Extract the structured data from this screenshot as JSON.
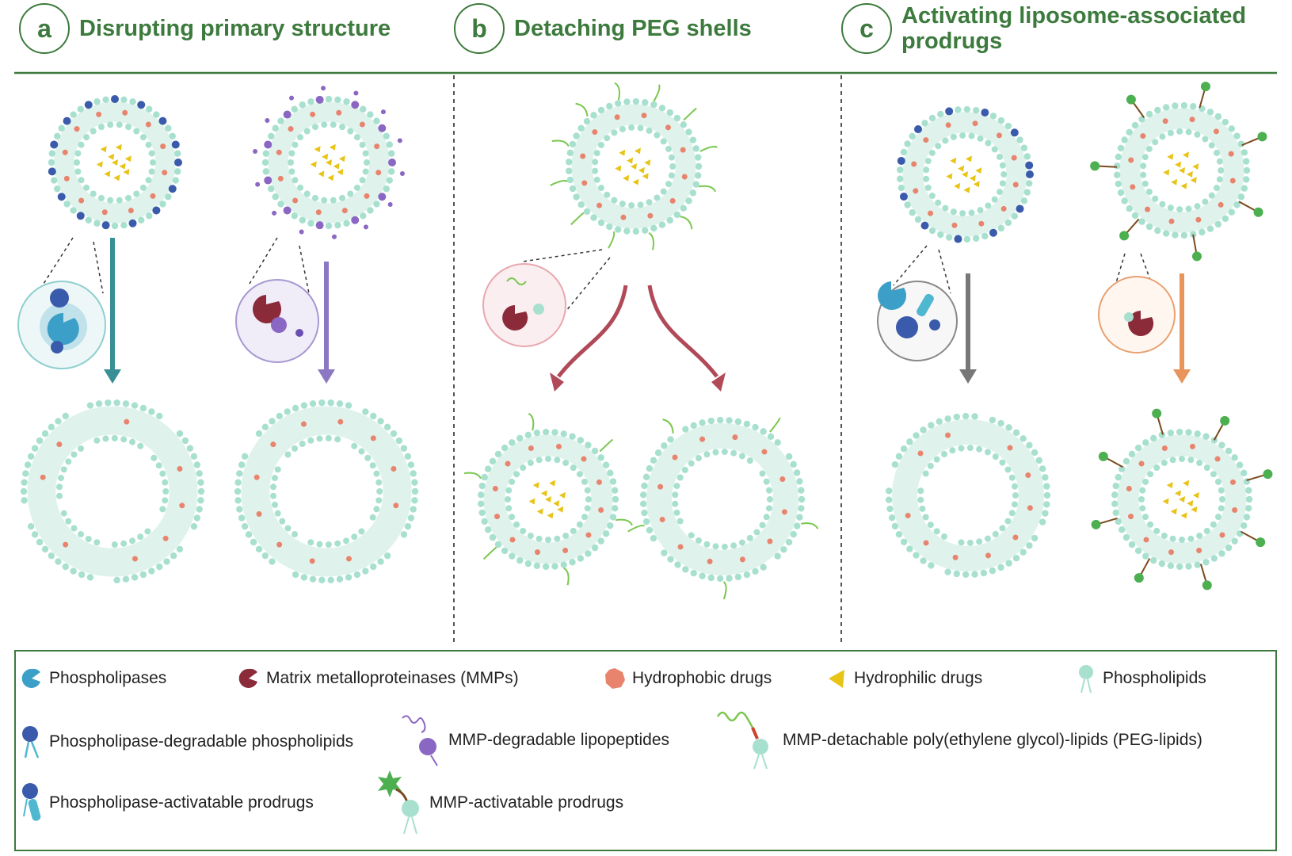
{
  "panels": [
    {
      "letter": "a",
      "title": "Disrupting primary structure"
    },
    {
      "letter": "b",
      "title": "Detaching PEG shells"
    },
    {
      "letter": "c",
      "title_line1": "Activating liposome-associated",
      "title_line2": "prodrugs"
    }
  ],
  "legend": {
    "phospholipases": "Phospholipases",
    "mmps": "Matrix metalloproteinases (MMPs)",
    "hydrophobic_drugs": "Hydrophobic drugs",
    "hydrophilic_drugs": "Hydrophilic drugs",
    "phospholipids": "Phospholipids",
    "pl_degradable": "Phospholipase-degradable phospholipids",
    "mmp_lipopeptides": "MMP-degradable lipopeptides",
    "peg_lipids": "MMP-detachable poly(ethylene glycol)-lipids (PEG-lipids)",
    "pl_prodrugs": "Phospholipase-activatable prodrugs",
    "mmp_prodrugs": "MMP-activatable prodrugs"
  },
  "colors": {
    "green": "#3d7a3d",
    "phospholipid": "#a8e0cf",
    "phospholipase": "#3b9fc7",
    "mmp": "#8b2b3a",
    "hydrophobic": "#e8846e",
    "hydrophilic": "#e8c417",
    "pl_degradable": "#3a5bab",
    "lipopeptide": "#8a67c2",
    "peg": "#7ac74f",
    "prodrug_star": "#4caf50"
  }
}
